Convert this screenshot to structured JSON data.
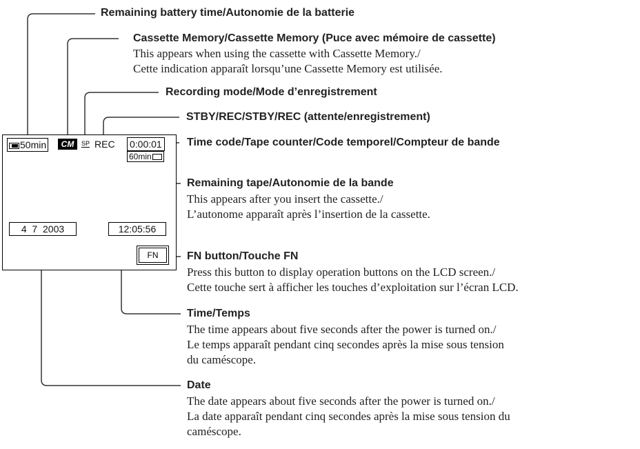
{
  "labels": {
    "battery": {
      "heading": "Remaining battery time/Autonomie de la batterie"
    },
    "cassette_memory": {
      "heading": "Cassette Memory/Cassette Memory (Puce avec mémoire de cassette)",
      "lines": [
        "This appears when using the cassette with Cassette Memory./",
        "Cette indication apparaît lorsqu’une Cassette Memory est utilisée."
      ]
    },
    "recording_mode": {
      "heading": "Recording mode/Mode d’enregistrement"
    },
    "stby_rec": {
      "heading": "STBY/REC/STBY/REC (attente/enregistrement)"
    },
    "time_code": {
      "heading": "Time code/Tape counter/Code temporel/Compteur de bande"
    },
    "remaining_tape": {
      "heading": "Remaining tape/Autonomie de la bande",
      "lines": [
        "This appears after you insert the cassette./",
        "L’autonome apparaît après l’insertion de la cassette."
      ]
    },
    "fn_button": {
      "heading": "FN button/Touche FN",
      "lines": [
        "Press this button to display operation buttons on the LCD screen./",
        "Cette touche sert à afficher les touches d’exploitation sur l’écran LCD."
      ]
    },
    "time": {
      "heading": "Time/Temps",
      "lines": [
        "The time appears about five seconds after the power is turned on./",
        "Le temps apparaît pendant cinq secondes après la mise sous tension",
        "du caméscope."
      ]
    },
    "date": {
      "heading": "Date",
      "lines": [
        "The date appears about five seconds after the power is turned on./",
        "La date apparaît pendant cinq secondes après la mise sous tension du",
        "caméscope."
      ]
    }
  },
  "screen": {
    "battery": "50min",
    "cm": "CM",
    "sp": "SP",
    "rec": "REC",
    "timecode": "0:00:01",
    "tape": "60min",
    "date": "4  7  2003",
    "time": "12:05:56",
    "fn": "FN"
  }
}
